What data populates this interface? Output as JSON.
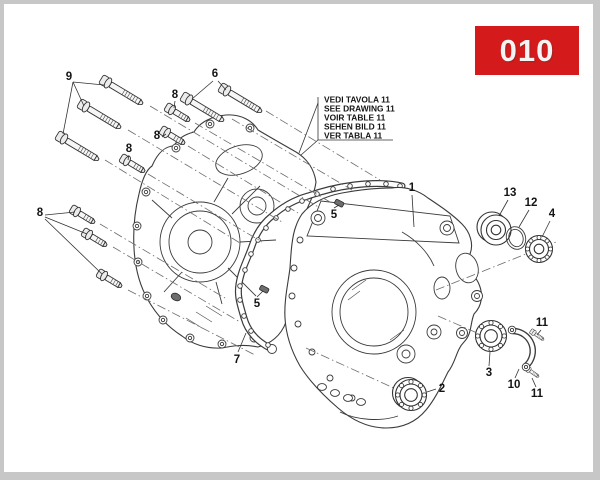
{
  "badge": {
    "text": "010",
    "bg_color": "#d41a1a",
    "text_color": "#f4f4f4"
  },
  "callout_box": {
    "lines": [
      "VEDI TAVOLA 11",
      "SEE DRAWING 11",
      "VOIR TABLE 11",
      "SEHEN BILD 11",
      "VER TABLA 11"
    ]
  },
  "part_labels": [
    {
      "text": "9"
    },
    {
      "text": "6"
    },
    {
      "text": "8"
    },
    {
      "text": "8"
    },
    {
      "text": "8"
    },
    {
      "text": "8"
    },
    {
      "text": "1"
    },
    {
      "text": "13"
    },
    {
      "text": "12"
    },
    {
      "text": "4"
    },
    {
      "text": "5"
    },
    {
      "text": "5"
    },
    {
      "text": "7"
    },
    {
      "text": "2"
    },
    {
      "text": "3"
    },
    {
      "text": "10"
    },
    {
      "text": "11"
    },
    {
      "text": "11"
    }
  ],
  "colors": {
    "line": "#3b3b3b",
    "page": "#ffffff",
    "frame": "#c7c7c7"
  }
}
